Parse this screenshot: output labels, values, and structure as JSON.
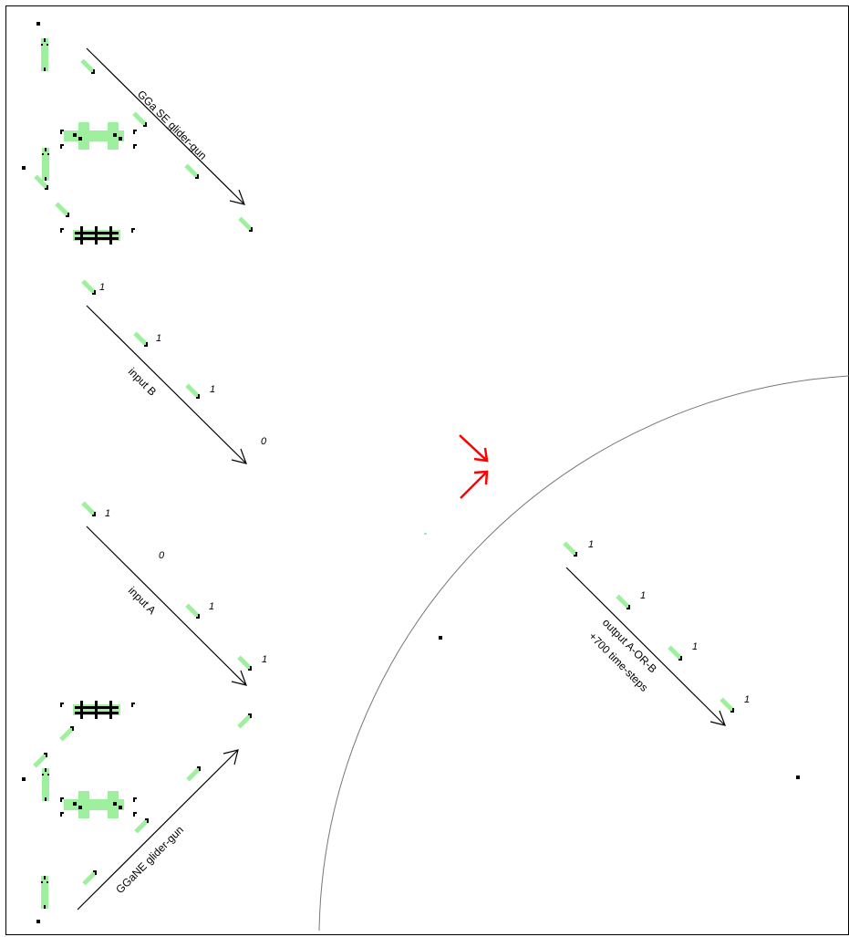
{
  "diagram": {
    "labels": {
      "gun_se": "GGa SE glider-gun",
      "gun_ne": "GGaNE glider-gun",
      "input_b": "input B",
      "input_a": "input A",
      "output_line1": "output A-OR-B",
      "output_line2": "+700 time-steps"
    },
    "input_b_bits": [
      "1",
      "1",
      "1",
      "0"
    ],
    "input_a_bits": [
      "1",
      "0",
      "1",
      "1"
    ],
    "output_bits": [
      "1",
      "1",
      "1",
      "1"
    ],
    "colors": {
      "frame": "#000000",
      "cell_live": "#9ef09e",
      "cell_dark": "#000000",
      "indicator_arrow": "#ff0000",
      "arc": "#777777"
    }
  }
}
